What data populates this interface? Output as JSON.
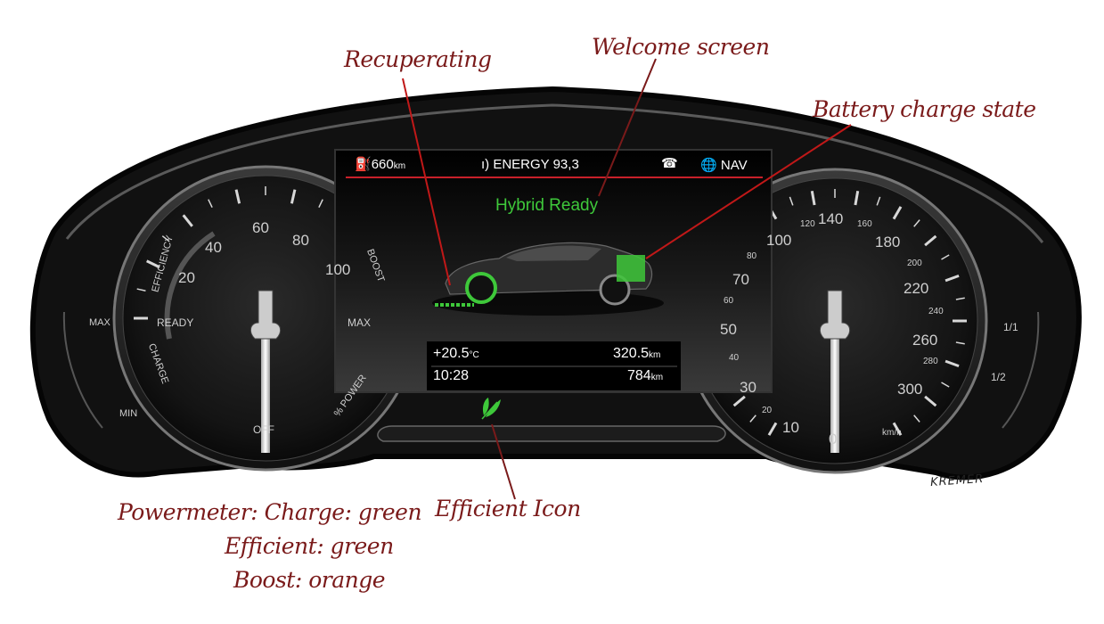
{
  "screen": {
    "range": "660",
    "range_unit": "km",
    "energy": "ENERGY 93,3",
    "nav": "NAV",
    "status": "Hybrid Ready",
    "temperature": "+20.5",
    "temperature_unit": "°C",
    "time": "10:28",
    "distance_trip": "320.5",
    "distance_total": "784",
    "distance_unit": "km"
  },
  "powermeter": {
    "labels": [
      "EFFICIENCY",
      "CHARGE",
      "BOOST",
      "READY",
      "OFF",
      "MAX",
      "% POWER"
    ],
    "ticks": [
      "20",
      "40",
      "60",
      "80",
      "100"
    ],
    "side_labels": [
      "MAX",
      "MIN"
    ]
  },
  "speedometer": {
    "major_ticks": [
      "0",
      "10",
      "30",
      "50",
      "70",
      "100",
      "140",
      "180",
      "220",
      "260",
      "300"
    ],
    "minor_ticks": [
      "20",
      "40",
      "60",
      "80",
      "120",
      "160",
      "200",
      "240",
      "280"
    ],
    "unit": "km/h",
    "fuel_labels": [
      "1/1",
      "1/2"
    ]
  },
  "annotations": {
    "recuperating": "Recuperating",
    "welcome": "Welcome screen",
    "battery": "Battery charge state",
    "efficient_icon": "Efficient Icon",
    "legend_1": "Powermeter: Charge: green",
    "legend_2": "Efficient: green",
    "legend_3": "Boost: orange",
    "signature": "KREMER"
  },
  "colors": {
    "annotation": "#7a1a1a",
    "charge_green": "#3ec83a",
    "boost_orange": "#e88a1a",
    "screen_accent": "#c8202a"
  }
}
